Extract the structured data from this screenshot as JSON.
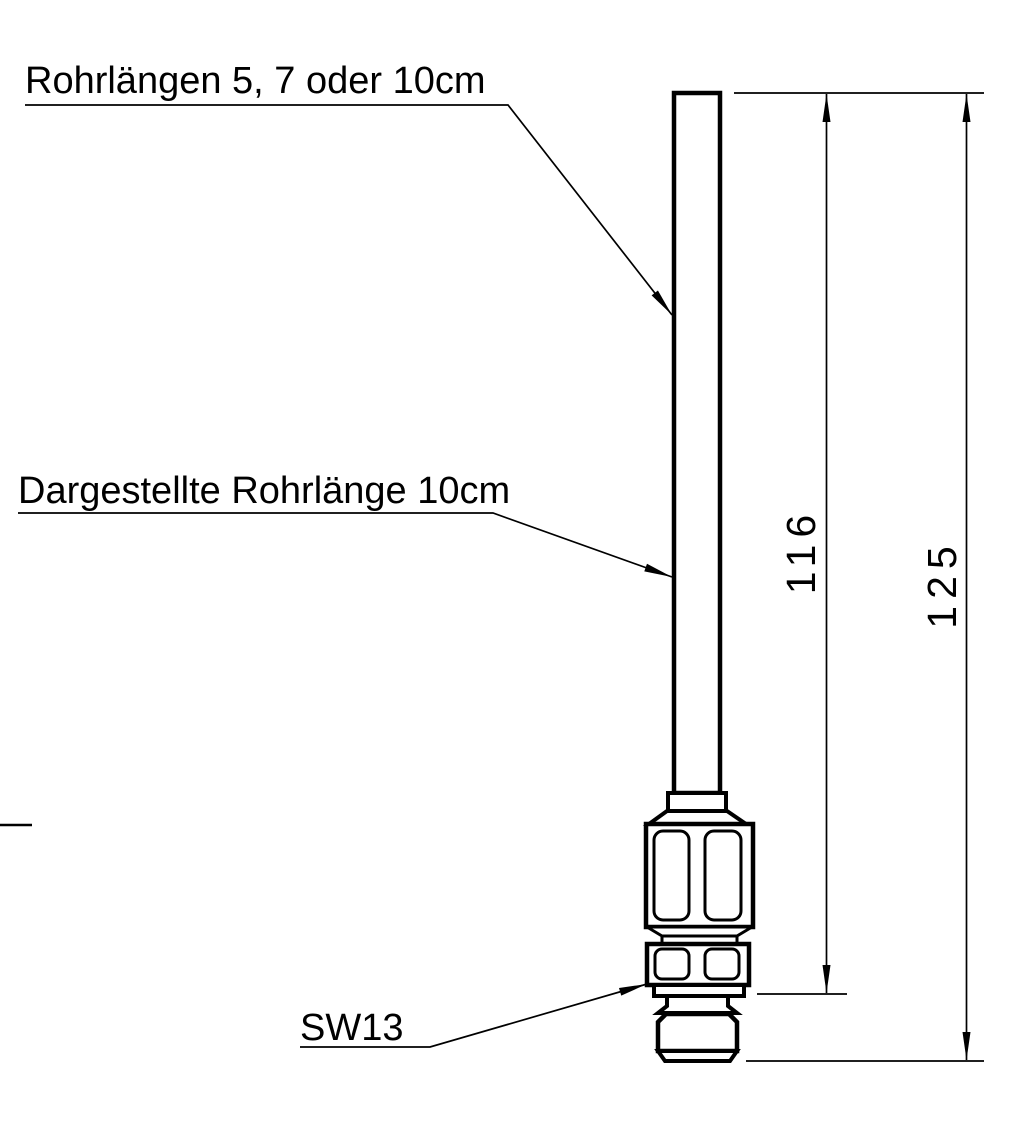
{
  "drawing": {
    "type": "technical-dimension-drawing",
    "language": "de",
    "colors": {
      "line": "#000000",
      "background": "#ffffff"
    },
    "annotations": {
      "tube_lengths_label": "Rohrlängen 5, 7 oder 10cm",
      "shown_tube_length_label": "Dargestellte Rohrlänge 10cm",
      "wrench_size_label": "SW13"
    },
    "dimensions": {
      "tube_with_fitting_length": "116",
      "overall_length": "125"
    }
  }
}
